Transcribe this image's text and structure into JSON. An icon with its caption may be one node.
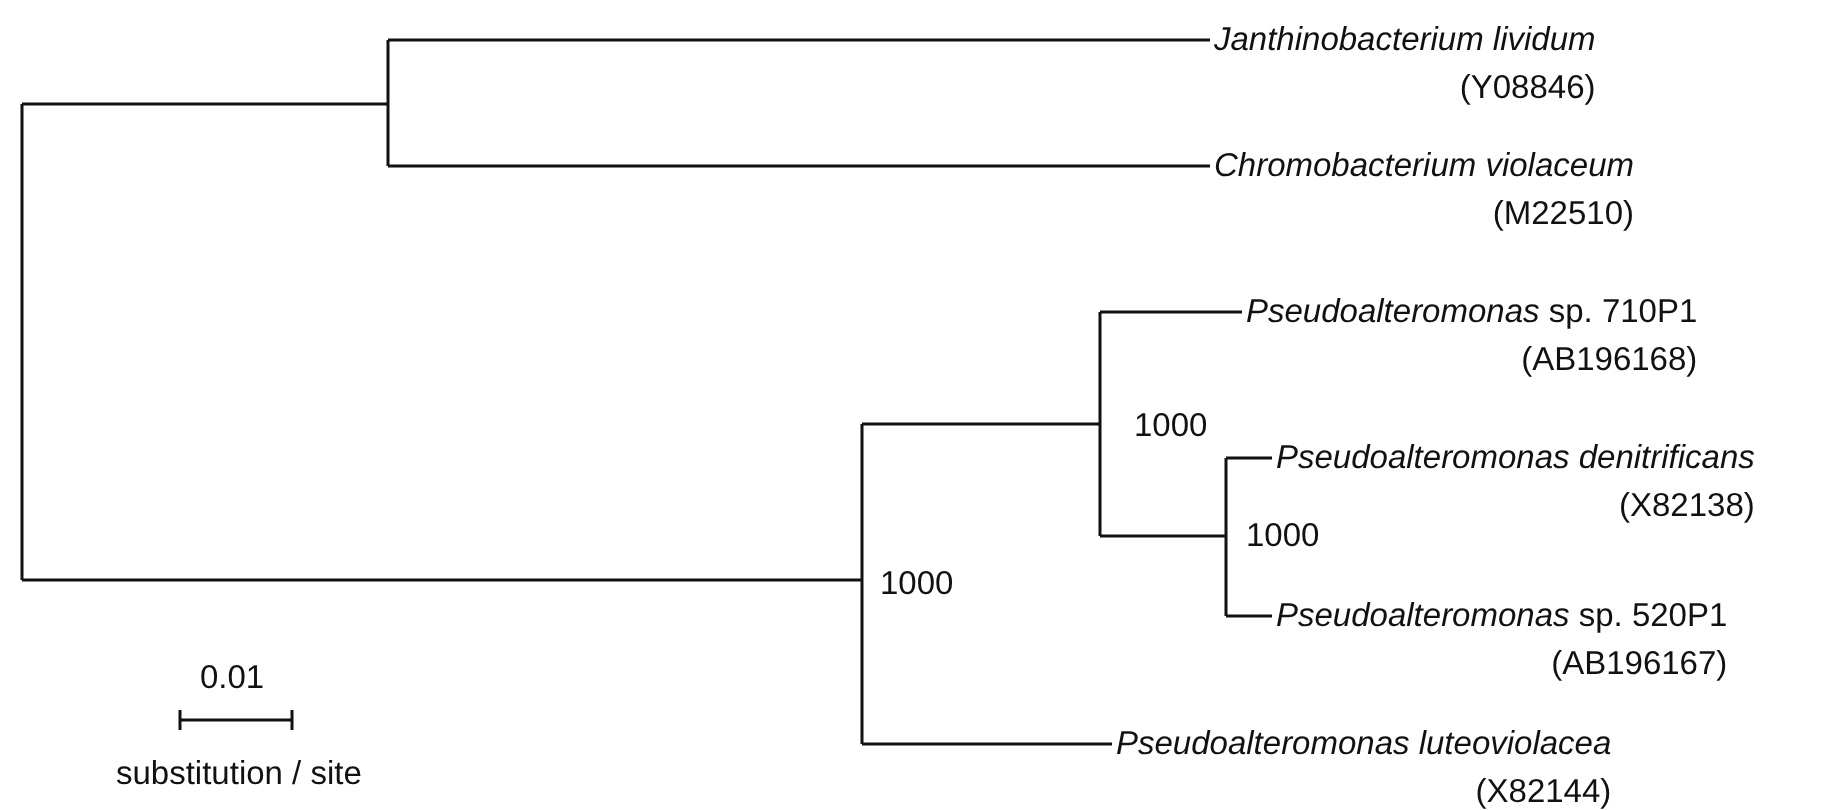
{
  "diagram": {
    "nodes": [
      {
        "text": [
          "*Janthinobacterium lividum*",
          "(Y08846)"
        ]
      },
      {
        "text": [
          "*Chromobacterium violaceum*",
          "(M22510)"
        ]
      },
      {
        "text": [
          "*Pseudoalteromonas* sp. 710P1",
          "(AB196168)"
        ]
      },
      {
        "text": [
          "*Pseudoalteromonas denitrificans*",
          "(X82138)"
        ]
      },
      {
        "text": [
          "*Pseudoalteromonas* sp. 520P1",
          "(AB196167)"
        ]
      },
      {
        "text": [
          "*Pseudoalteromonas luteoviolacea*",
          "(X82144)"
        ]
      }
    ],
    "edges": [
      {
        "from": null,
        "to": 0,
        "arrow": "none"
      },
      {
        "from": null,
        "to": 1,
        "arrow": "none"
      },
      {
        "from": null,
        "to": 2,
        "arrow": "none"
      },
      {
        "from": null,
        "to": 3,
        "arrow": "none"
      },
      {
        "from": null,
        "to": 4,
        "arrow": "none"
      },
      {
        "from": null,
        "to": 5,
        "arrow": "none"
      }
    ],
    "labels": [
      "1000",
      "1000",
      "1000",
      "0.01",
      "substitution / site"
    ]
  }
}
